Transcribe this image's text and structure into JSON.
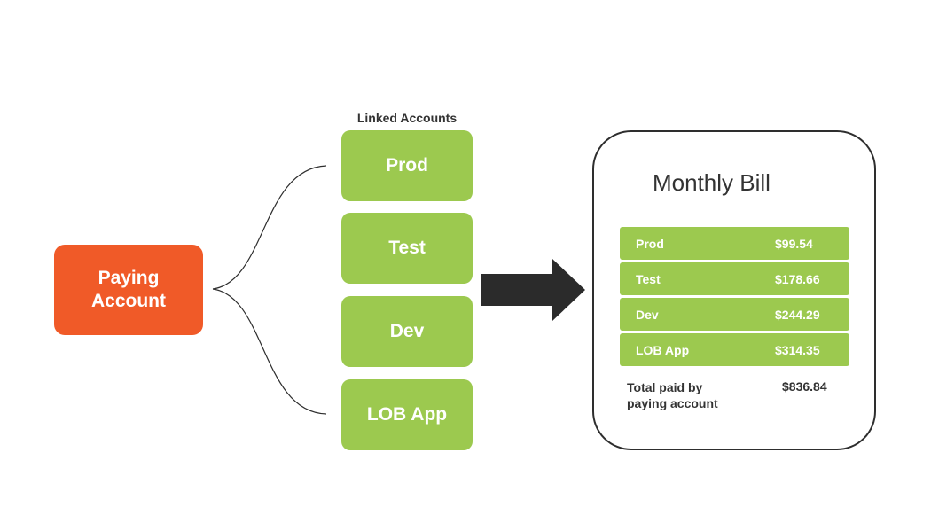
{
  "paying_account": {
    "label": "Paying\nAccount"
  },
  "linked_accounts": {
    "title": "Linked Accounts",
    "items": [
      {
        "label": "Prod"
      },
      {
        "label": "Test"
      },
      {
        "label": "Dev"
      },
      {
        "label": "LOB App"
      }
    ]
  },
  "monthly_bill": {
    "title": "Monthly Bill",
    "rows": [
      {
        "name": "Prod",
        "amount": "$99.54"
      },
      {
        "name": "Test",
        "amount": "$178.66"
      },
      {
        "name": "Dev",
        "amount": "$244.29"
      },
      {
        "name": "LOB App",
        "amount": "$314.35"
      }
    ],
    "total_label": "Total paid by\npaying account",
    "total_amount": "$836.84"
  },
  "colors": {
    "paying_account": "#f05a28",
    "linked_account": "#9cc94f",
    "arrow": "#2b2b2b",
    "text_dark": "#333333"
  }
}
